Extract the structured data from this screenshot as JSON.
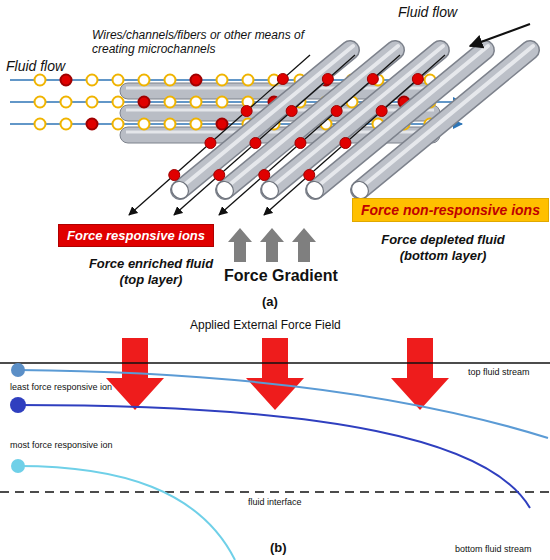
{
  "diagram": {
    "nodes": [
      {
        "text": [
          "Force responsive ions"
        ]
      },
      {
        "text": [
          "Force non-responsive ions"
        ]
      }
    ],
    "labels": [
      "Fluid flow",
      "Wires/channels/fibers or other means of creating microchannels",
      "Fluid flow",
      "Force enriched fluid (top layer)",
      "Force Gradient",
      "Force depleted fluid (bottom layer)",
      "(a)",
      "Applied External Force Field",
      "top fluid stream",
      "least force responsive ion",
      "most force responsive ion",
      "fluid interface",
      "bottom fluid stream",
      "(b)"
    ]
  }
}
